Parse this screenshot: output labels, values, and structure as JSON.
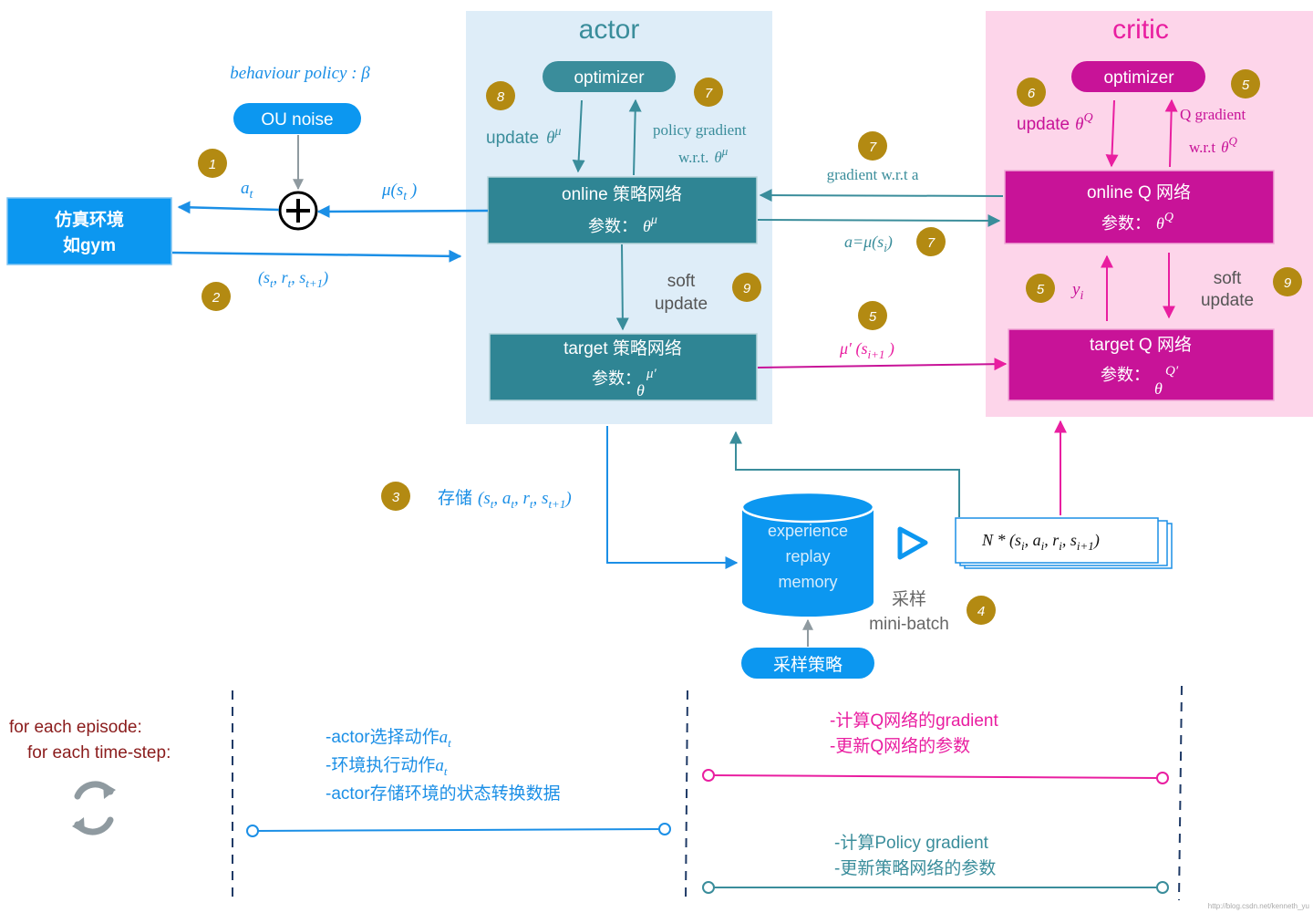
{
  "colors": {
    "actor_bg": "#deedf8",
    "critic_bg": "#fdd5ea",
    "teal": "#3a8d9b",
    "teal_box": "#2f8594",
    "magenta": "#e91ea0",
    "magenta_box": "#c81398",
    "blue": "#1b8fe6",
    "blue_box": "#0c97f0",
    "gold": "#b38a12",
    "gray": "#8f9aa0",
    "brown": "#8a1b1b"
  },
  "actor": {
    "title": "actor",
    "optimizer": "optimizer",
    "online": {
      "title": "online 策略网络",
      "param_label": "参数：",
      "param": "θ",
      "sup": "μ"
    },
    "target": {
      "title": "target 策略网络",
      "param_label": "参数：",
      "param": "θ",
      "sup": "μ′"
    },
    "update_text": "update",
    "update_param": "θ",
    "update_sup": "μ",
    "policy_gradient": "policy gradient",
    "wrt": "w.r.t.",
    "wrt_param": "θ",
    "wrt_sup": "μ",
    "soft": "soft",
    "update_word": "update"
  },
  "critic": {
    "title": "critic",
    "optimizer": "optimizer",
    "online": {
      "title": "online Q 网络",
      "param_label": "参数：",
      "param": "θ",
      "sup": "Q"
    },
    "target": {
      "title": "target Q 网络",
      "param_label": "参数：",
      "param": "θ",
      "sup": "Q′"
    },
    "update_text": "update",
    "update_param": "θ",
    "update_sup": "Q",
    "q_gradient": "Q gradient",
    "wrt": "w.r.t",
    "wrt_param": "θ",
    "wrt_sup": "Q",
    "yi": "y",
    "yi_sub": "i",
    "soft": "soft",
    "update_word": "update"
  },
  "env": {
    "line1": "仿真环境",
    "line2": "如gym"
  },
  "behaviour_policy": "behaviour policy : β",
  "ou_noise": "OU noise",
  "labels": {
    "a_t": "a",
    "a_t_sub": "t",
    "mu_st": "μ(s",
    "mu_st_sub": "t",
    "mu_st_end": " )",
    "transition": "(s",
    "transition_rest": ", r",
    "transition_rest2": ", s",
    "transition_sub_t": "t",
    "transition_sub_t1": "t+1",
    "transition_end": ")",
    "gradient_wrt_a": "gradient w.r.t a",
    "a_eq": "a=μ(s",
    "a_eq_sub": "i",
    "a_eq_end": ")",
    "mu_prime": "μ′ (s",
    "mu_prime_sub": "i+1",
    "mu_prime_end": " )",
    "store_cn": "存储",
    "store_formula": "(s",
    "store_a": ", a",
    "store_r": ", r",
    "store_s": ", s",
    "store_sub_t": "t",
    "store_sub_t1": "t+1",
    "store_end": ")",
    "batch": "N * (s",
    "batch_a": ", a",
    "batch_r": ", r",
    "batch_s": ", s",
    "batch_sub_i": "i",
    "batch_sub_i1": "i+1",
    "batch_end": ")",
    "sample_cn": "采样",
    "mini_batch": "mini-batch",
    "sample_policy": "采样策略"
  },
  "memory": {
    "line1": "experience",
    "line2": "replay",
    "line3": "memory"
  },
  "badges": [
    {
      "id": "b1",
      "num": "1"
    },
    {
      "id": "b2",
      "num": "2"
    },
    {
      "id": "b3",
      "num": "3"
    },
    {
      "id": "b4",
      "num": "4"
    },
    {
      "id": "b5a",
      "num": "5"
    },
    {
      "id": "b5b",
      "num": "5"
    },
    {
      "id": "b5c",
      "num": "5"
    },
    {
      "id": "b6",
      "num": "6"
    },
    {
      "id": "b7a",
      "num": "7"
    },
    {
      "id": "b7b",
      "num": "7"
    },
    {
      "id": "b7c",
      "num": "7"
    },
    {
      "id": "b8",
      "num": "8"
    },
    {
      "id": "b9a",
      "num": "9"
    },
    {
      "id": "b9b",
      "num": "9"
    }
  ],
  "timeline": {
    "loop1": "for each episode:",
    "loop2": "for each time-step:",
    "env_steps": [
      "-actor选择动作",
      "-环境执行动作",
      "-actor存储环境的状态转换数据"
    ],
    "action_var": "a",
    "action_sub": "t",
    "critic_steps": [
      "-计算Q网络的gradient",
      "-更新Q网络的参数"
    ],
    "actor_steps": [
      "-计算Policy gradient",
      "-更新策略网络的参数"
    ]
  },
  "watermark": "http://blog.csdn.net/kenneth_yu",
  "icons": {
    "sum": "plus-circle-icon",
    "refresh": "refresh-icon",
    "play": "play-icon"
  }
}
